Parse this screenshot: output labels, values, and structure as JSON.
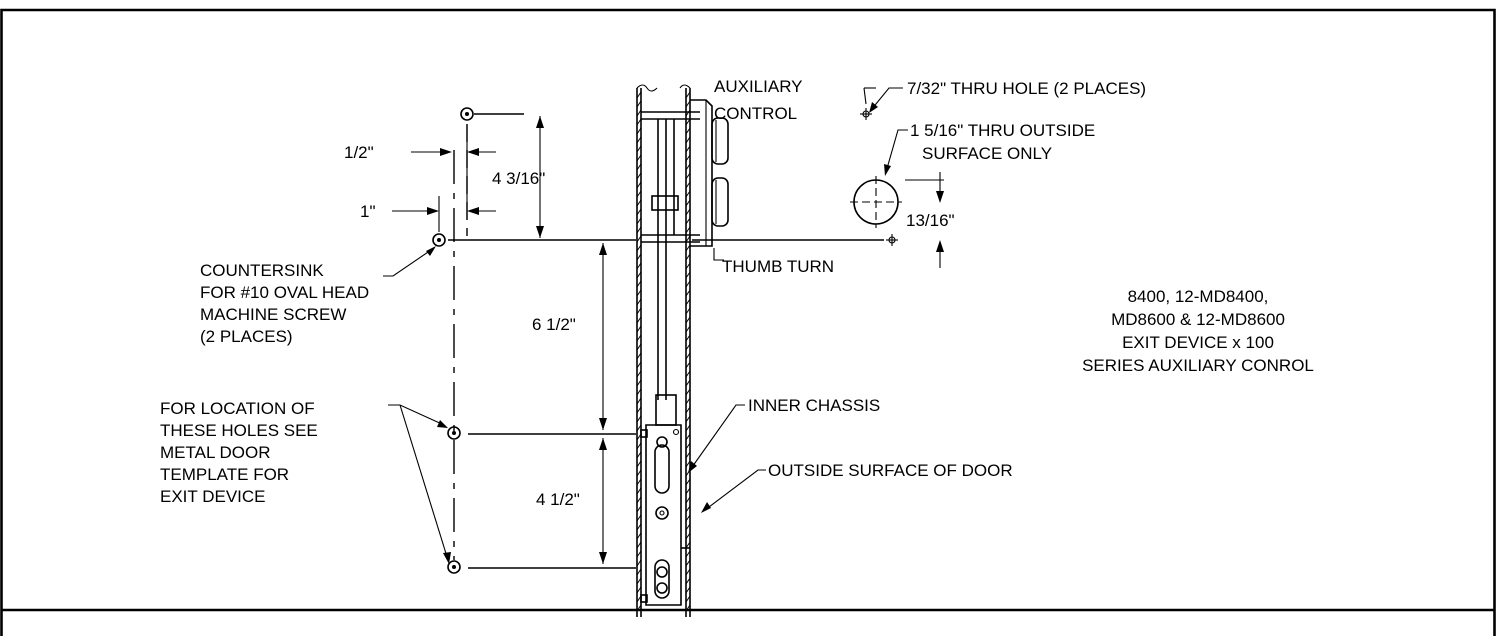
{
  "labels": {
    "auxiliary": "AUXILIARY",
    "control": "CONTROL",
    "thru_hole": "7/32\" THRU HOLE (2 PLACES)",
    "outside_hole_1": "1 5/16\" THRU OUTSIDE",
    "outside_hole_2": "SURFACE ONLY",
    "thumb_turn": "THUMB TURN",
    "countersink_1": "COUNTERSINK",
    "countersink_2": "FOR #10 OVAL HEAD",
    "countersink_3": "MACHINE SCREW",
    "countersink_4": "(2 PLACES)",
    "location_1": "FOR LOCATION OF",
    "location_2": "THESE HOLES SEE",
    "location_3": "METAL DOOR",
    "location_4": "TEMPLATE FOR",
    "location_5": "EXIT DEVICE",
    "inner_chassis": "INNER CHASSIS",
    "outside_surface": "OUTSIDE SURFACE OF DOOR"
  },
  "dimensions": {
    "half_inch": "1/2\"",
    "one_inch": "1\"",
    "four_3_16": "4 3/16\"",
    "six_half": "6 1/2\"",
    "four_half": "4 1/2\"",
    "thirteen_16": "13/16\""
  },
  "title_block": {
    "line1": "8400, 12-MD8400,",
    "line2": "MD8600 & 12-MD8600",
    "line3": "EXIT DEVICE x 100",
    "line4": "SERIES AUXILIARY CONROL"
  }
}
